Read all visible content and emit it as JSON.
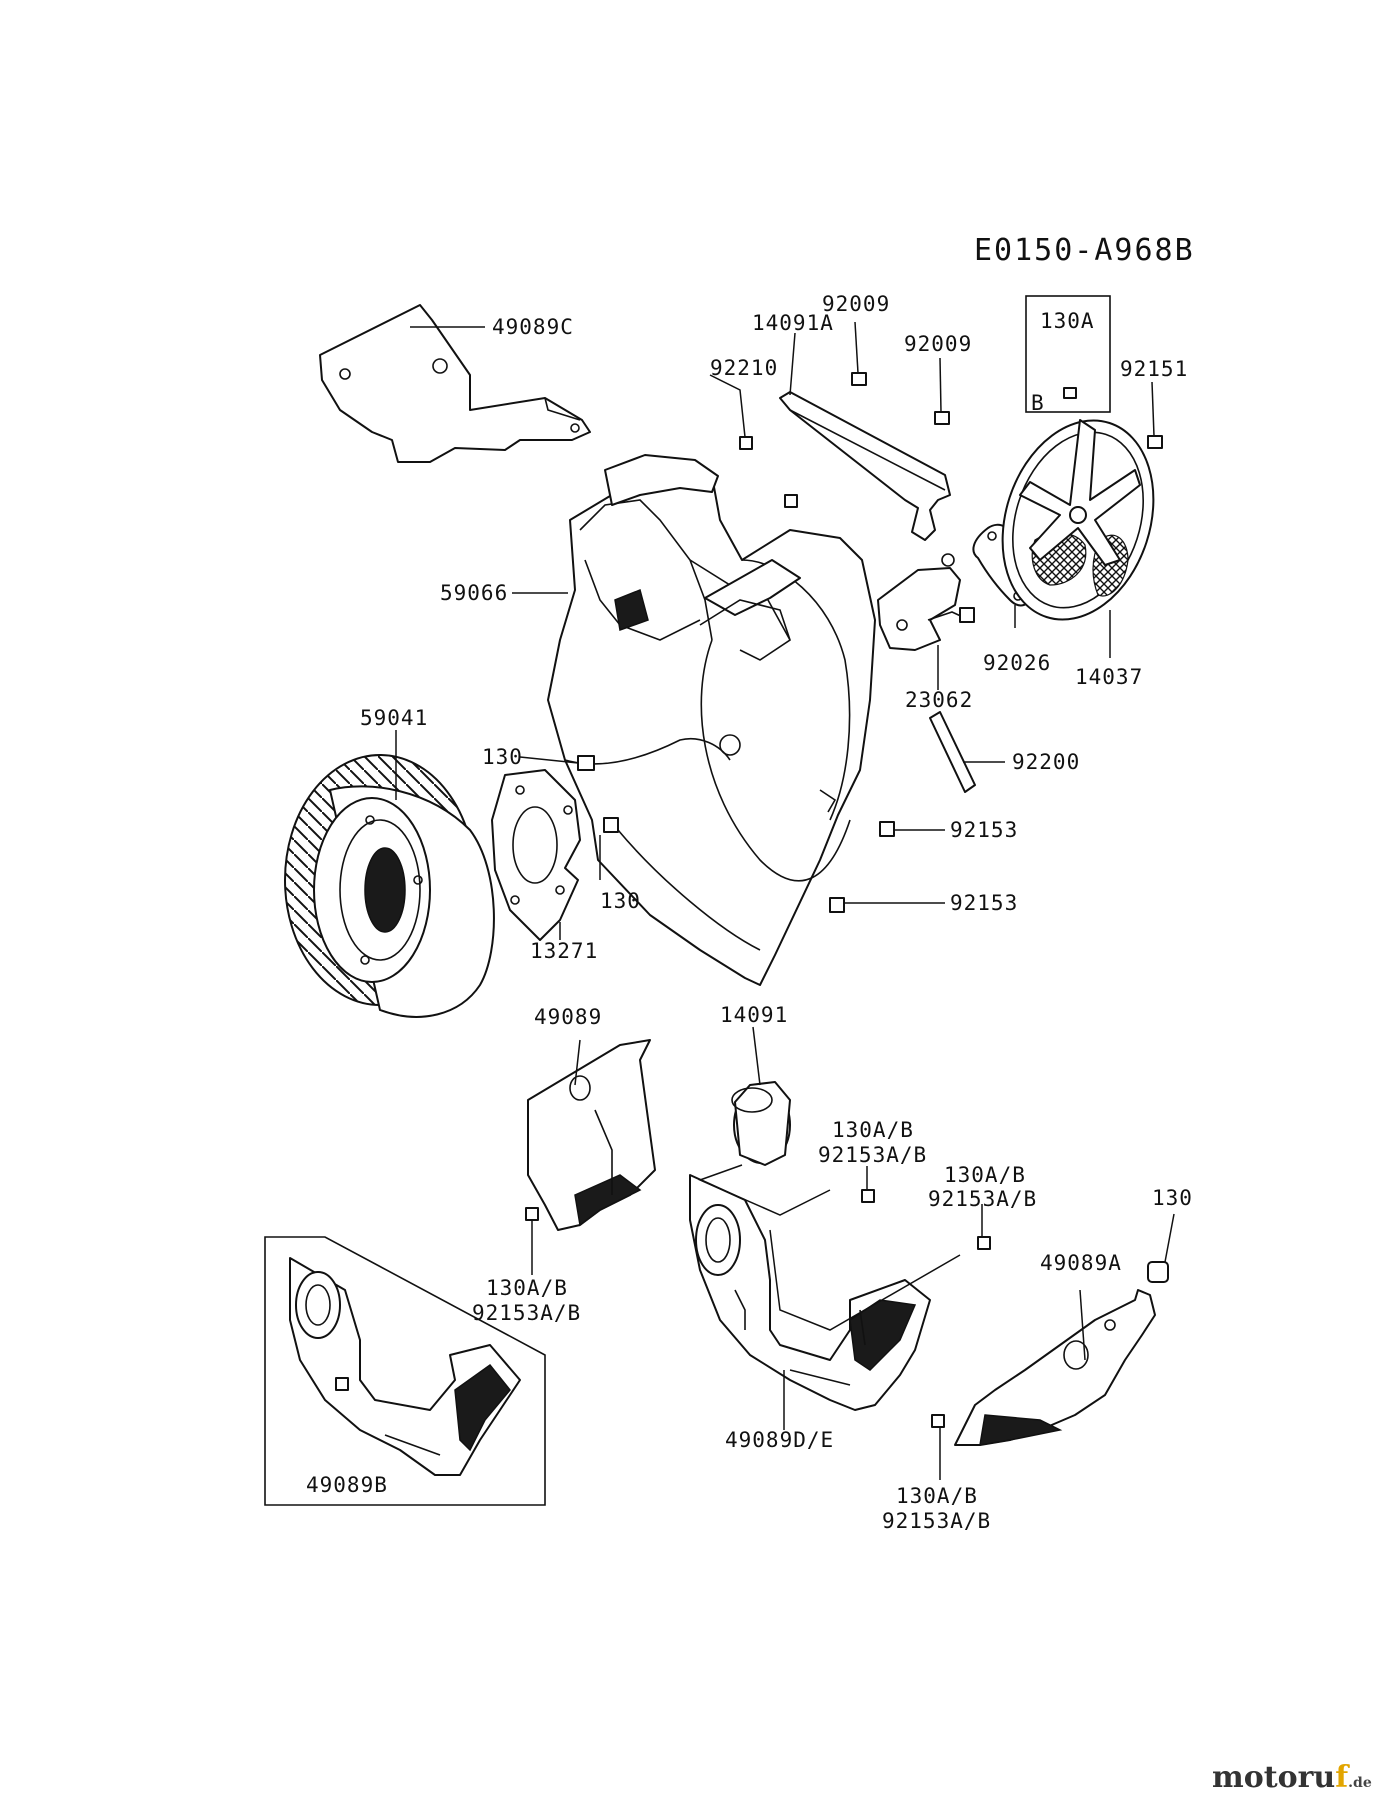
{
  "diagram_code": "E0150-A968B",
  "inset_130a": {
    "title": "130A",
    "tag": "B"
  },
  "labels": {
    "p49089C": "49089C",
    "p14091A": "14091A",
    "p92009a": "92009",
    "p92009b": "92009",
    "p92210": "92210",
    "p92151": "92151",
    "p59066": "59066",
    "p59041": "59041",
    "p130a": "130",
    "p130b": "130",
    "p13271": "13271",
    "p23062": "23062",
    "p92026": "92026",
    "p14037": "14037",
    "p92200": "92200",
    "p92153a": "92153",
    "p92153b": "92153",
    "p49089": "49089",
    "p14091": "14091",
    "f1a": "130A/B",
    "f1b": "92153A/B",
    "f2a": "130A/B",
    "f2b": "92153A/B",
    "f3a": "130A/B",
    "f3b": "92153A/B",
    "f4a": "130A/B",
    "f4b": "92153A/B",
    "p130c": "130",
    "p49089A": "49089A",
    "p49089B": "49089B",
    "p49089DE": "49089D/E"
  },
  "watermark": {
    "part1": "motoru",
    "part2": "f",
    "part3": ".de"
  },
  "colors": {
    "line": "#111111",
    "brand_dark": "#333333",
    "brand_accent": "#e2a500"
  }
}
